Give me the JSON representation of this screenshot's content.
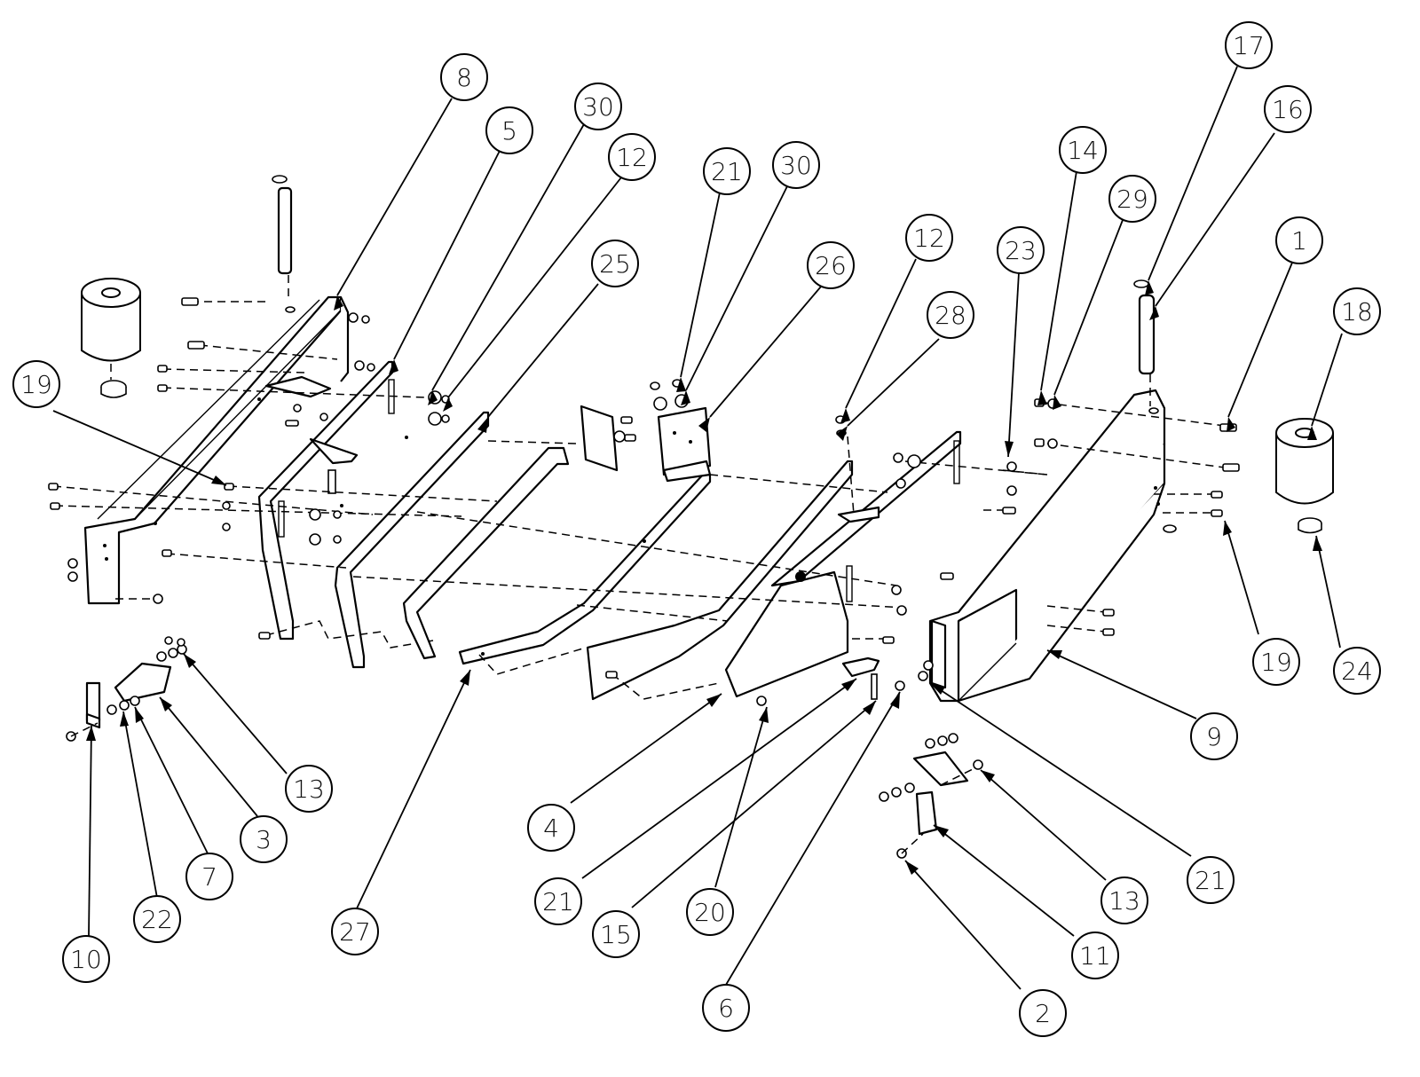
{
  "drawing": {
    "balloons": [
      {
        "id": "b-8",
        "label": "8"
      },
      {
        "id": "b-5",
        "label": "5"
      },
      {
        "id": "b-30a",
        "label": "30"
      },
      {
        "id": "b-12a",
        "label": "12"
      },
      {
        "id": "b-25",
        "label": "25"
      },
      {
        "id": "b-21a",
        "label": "21"
      },
      {
        "id": "b-30b",
        "label": "30"
      },
      {
        "id": "b-26",
        "label": "26"
      },
      {
        "id": "b-12b",
        "label": "12"
      },
      {
        "id": "b-28",
        "label": "28"
      },
      {
        "id": "b-23",
        "label": "23"
      },
      {
        "id": "b-14",
        "label": "14"
      },
      {
        "id": "b-29",
        "label": "29"
      },
      {
        "id": "b-17",
        "label": "17"
      },
      {
        "id": "b-16",
        "label": "16"
      },
      {
        "id": "b-1",
        "label": "1"
      },
      {
        "id": "b-18",
        "label": "18"
      },
      {
        "id": "b-19a",
        "label": "19"
      },
      {
        "id": "b-19b",
        "label": "19"
      },
      {
        "id": "b-24",
        "label": "24"
      },
      {
        "id": "b-9",
        "label": "9"
      },
      {
        "id": "b-21b",
        "label": "21"
      },
      {
        "id": "b-13a",
        "label": "13"
      },
      {
        "id": "b-3",
        "label": "3"
      },
      {
        "id": "b-7",
        "label": "7"
      },
      {
        "id": "b-22",
        "label": "22"
      },
      {
        "id": "b-10",
        "label": "10"
      },
      {
        "id": "b-27",
        "label": "27"
      },
      {
        "id": "b-4",
        "label": "4"
      },
      {
        "id": "b-21c",
        "label": "21"
      },
      {
        "id": "b-15",
        "label": "15"
      },
      {
        "id": "b-20",
        "label": "20"
      },
      {
        "id": "b-6",
        "label": "6"
      },
      {
        "id": "b-13b",
        "label": "13"
      },
      {
        "id": "b-11",
        "label": "11"
      },
      {
        "id": "b-2",
        "label": "2"
      }
    ]
  }
}
